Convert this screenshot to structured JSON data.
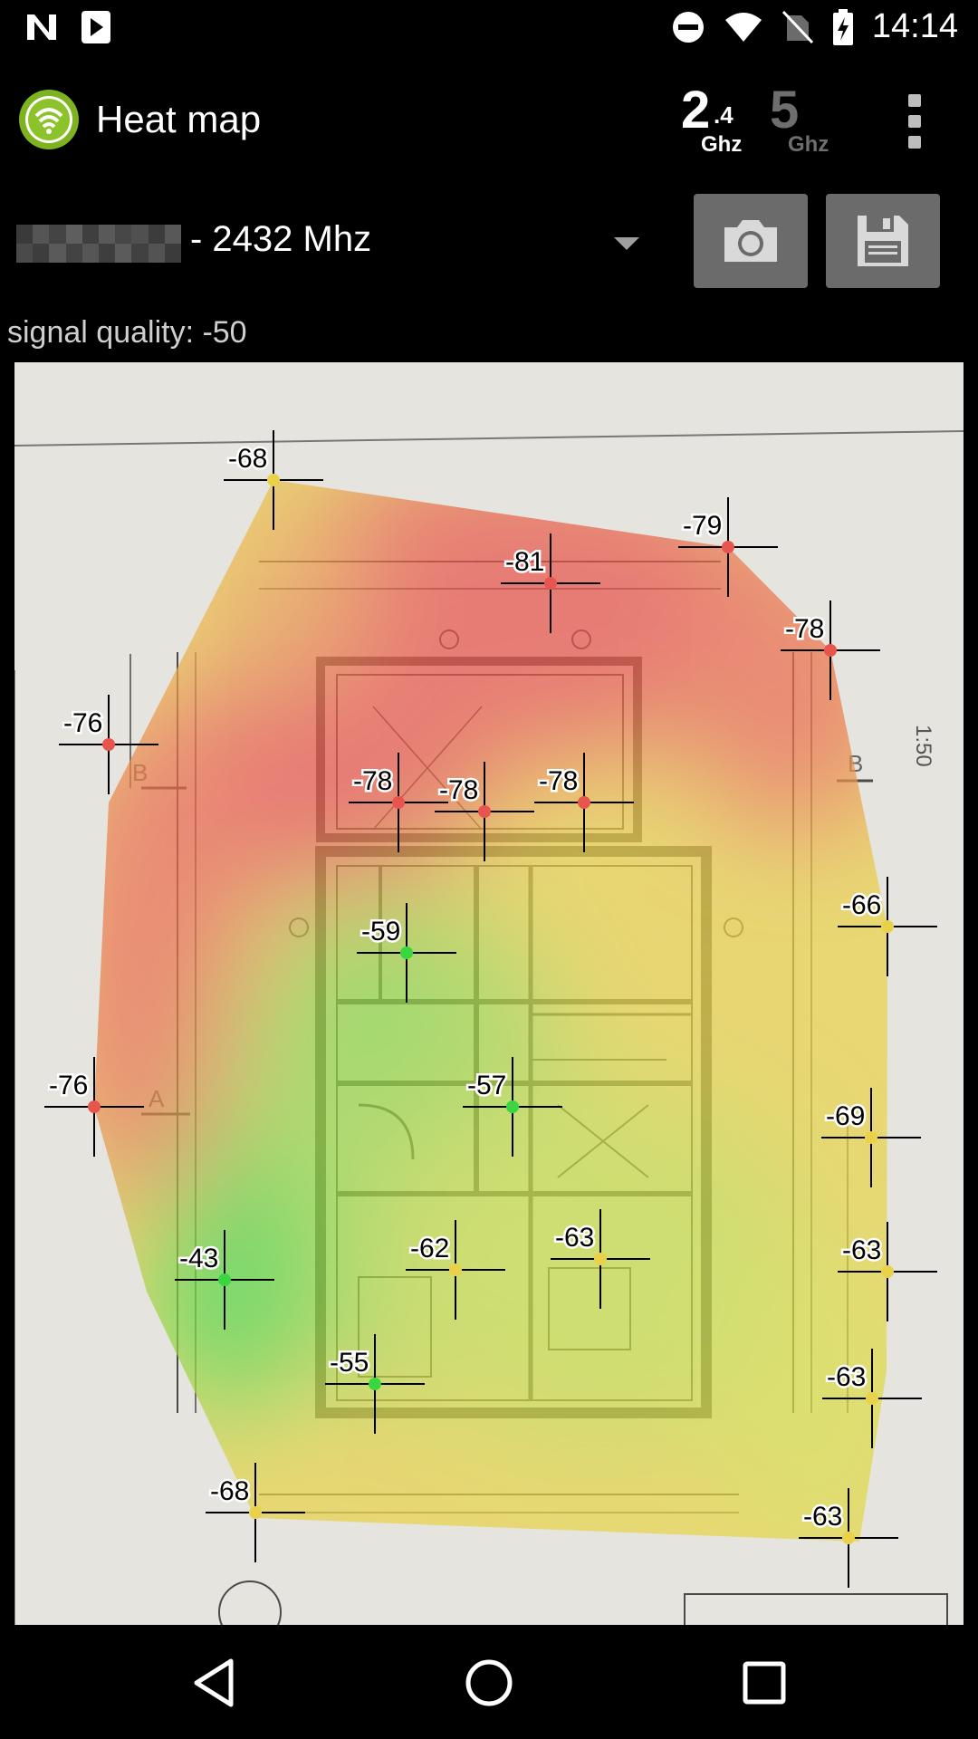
{
  "status_bar": {
    "time": "14:14",
    "icons": [
      "notification-n-icon",
      "play-store-icon",
      "do-not-disturb-icon",
      "wifi-icon",
      "no-sim-icon",
      "battery-charging-icon"
    ]
  },
  "app_bar": {
    "title": "Heat map",
    "logo_icon": "wifi-signal-logo-icon",
    "band_24": {
      "main": "2",
      "sub": ".4",
      "unit": "Ghz",
      "active": true
    },
    "band_5": {
      "main": "5",
      "unit": "Ghz",
      "active": false
    },
    "menu_icon": "overflow-menu-icon"
  },
  "network": {
    "frequency_label": "- 2432 Mhz",
    "ssid_hidden": true
  },
  "toolbar": {
    "camera_icon": "camera-icon",
    "save_icon": "floppy-save-icon"
  },
  "signal_quality": "signal quality: -50",
  "colors": {
    "weak": "#e8554e",
    "medium": "#e9d24a",
    "strong": "#39d640",
    "button_bg": "#6b6b6b"
  },
  "measurements": [
    {
      "label": "-68",
      "value": -68
    },
    {
      "label": "-79",
      "value": -79
    },
    {
      "label": "-81",
      "value": -81
    },
    {
      "label": "-78",
      "value": -78
    },
    {
      "label": "-76",
      "value": -76
    },
    {
      "label": "-78",
      "value": -78
    },
    {
      "label": "-78",
      "value": -78
    },
    {
      "label": "-78",
      "value": -78
    },
    {
      "label": "-66",
      "value": -66
    },
    {
      "label": "-59",
      "value": -59
    },
    {
      "label": "-57",
      "value": -57
    },
    {
      "label": "-76",
      "value": -76
    },
    {
      "label": "-69",
      "value": -69
    },
    {
      "label": "-43",
      "value": -43
    },
    {
      "label": "-62",
      "value": -62
    },
    {
      "label": "-63",
      "value": -63
    },
    {
      "label": "-63",
      "value": -63
    },
    {
      "label": "-55",
      "value": -55
    },
    {
      "label": "-63",
      "value": -63
    },
    {
      "label": "-68",
      "value": -68
    },
    {
      "label": "-63",
      "value": -63
    }
  ],
  "floorplan_scale": "1:50",
  "nav": [
    "back-icon",
    "home-icon",
    "recents-icon"
  ]
}
